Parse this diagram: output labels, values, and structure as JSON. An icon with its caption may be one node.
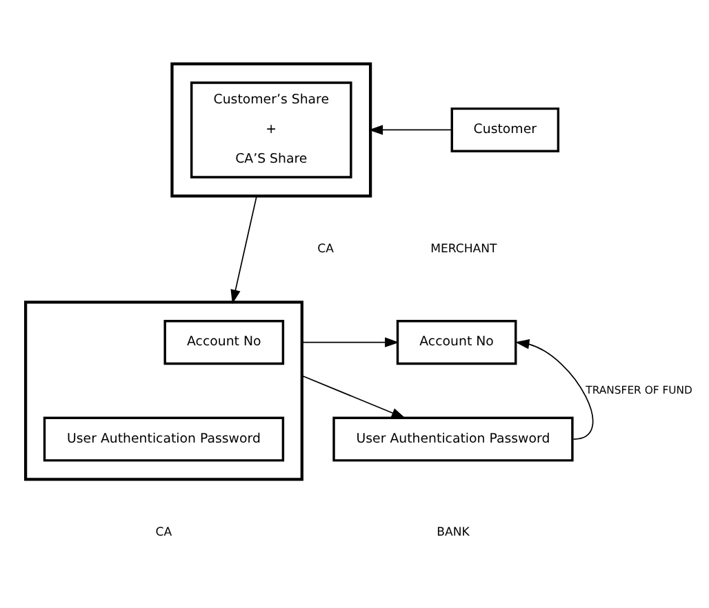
{
  "diagram": {
    "nodes": [
      {
        "text": [],
        "shape": "box"
      },
      {
        "text": [
          "Customer’s Share",
          "+",
          "CA’S Share"
        ],
        "in": 0
      },
      {
        "text": [
          "Customer"
        ]
      },
      {
        "text": [],
        "shape": "box"
      },
      {
        "text": [
          "Account No"
        ],
        "in": 3
      },
      {
        "text": [
          "User Authentication Password"
        ],
        "in": 3
      },
      {
        "text": [
          "Account No"
        ]
      },
      {
        "text": [
          "User Authentication Password"
        ]
      }
    ],
    "edges": [
      {
        "from": 2,
        "to": 0,
        "arrow": "to"
      },
      {
        "from": 0,
        "to": 3,
        "arrow": "to"
      },
      {
        "from": 3,
        "to": 6,
        "arrow": "to"
      },
      {
        "from": 3,
        "to": 7,
        "arrow": "to"
      },
      {
        "from": 7,
        "to": 6,
        "arrow": "to",
        "label": "TRANSFER OF FUND"
      }
    ],
    "labels": [
      "CA",
      "MERCHANT",
      "CA",
      "BANK"
    ]
  }
}
